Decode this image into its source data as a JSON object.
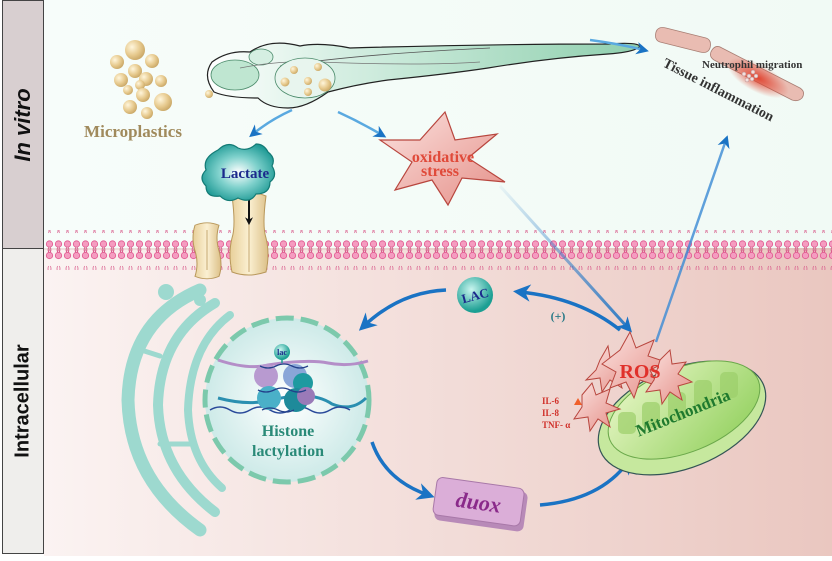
{
  "regions": {
    "top_label": "In vitro",
    "bottom_label": "Intracellular"
  },
  "labels": {
    "microplastics": "Microplastics",
    "lactate": "Lactate",
    "oxidative_stress_line1": "oxidative",
    "oxidative_stress_line2": "stress",
    "neutrophil_migration": "Neutrophil migration",
    "tissue_inflammation": "Tissue inflammation",
    "lac_molecule": "LAC",
    "positive_feedback": "(+)",
    "histone_line1": "Histone",
    "histone_line2": "lactylation",
    "lac_tag": "lac",
    "ros": "ROS",
    "mitochondria": "Mitochondria",
    "duox": "duox",
    "cytokines": [
      "IL-6",
      "IL-8",
      "TNF- α"
    ]
  },
  "colors": {
    "invitro_bg": "#f4fbf7",
    "intracellular_bg": "#f3d6d0",
    "arrow_blue": "#1a73c4",
    "membrane_pink": "#f07aa8",
    "microplastic_gold": "#e2c48a",
    "microplastics_text": "#a08a5c",
    "teal": "#2aa6a0",
    "lactate_text": "#1b2a8c",
    "stress_red": "#e04a3a",
    "mito_green": "#a9d86e",
    "mito_text": "#1f7a2e",
    "duox_purple": "#d9a8d6",
    "duox_text": "#8a2a8a",
    "histone_text": "#2a8a78",
    "cytokine_red": "#d0302a"
  }
}
